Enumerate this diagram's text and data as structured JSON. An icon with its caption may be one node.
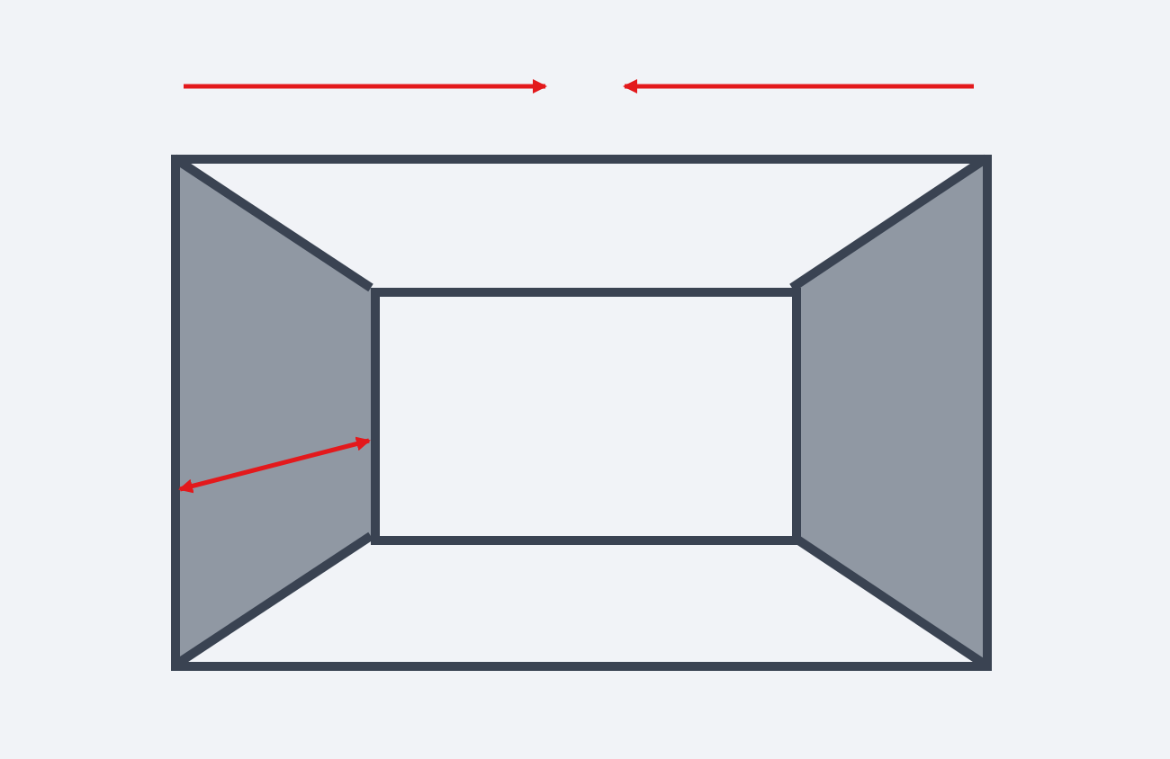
{
  "diagram": {
    "nodes": [
      {
        "text": [],
        "shape": "box"
      },
      {
        "text": [],
        "shape": "box",
        "in": 0
      }
    ],
    "edges": [
      {
        "from": 0,
        "to": 1,
        "arrow": "both",
        "color": "#e3191c"
      }
    ]
  }
}
